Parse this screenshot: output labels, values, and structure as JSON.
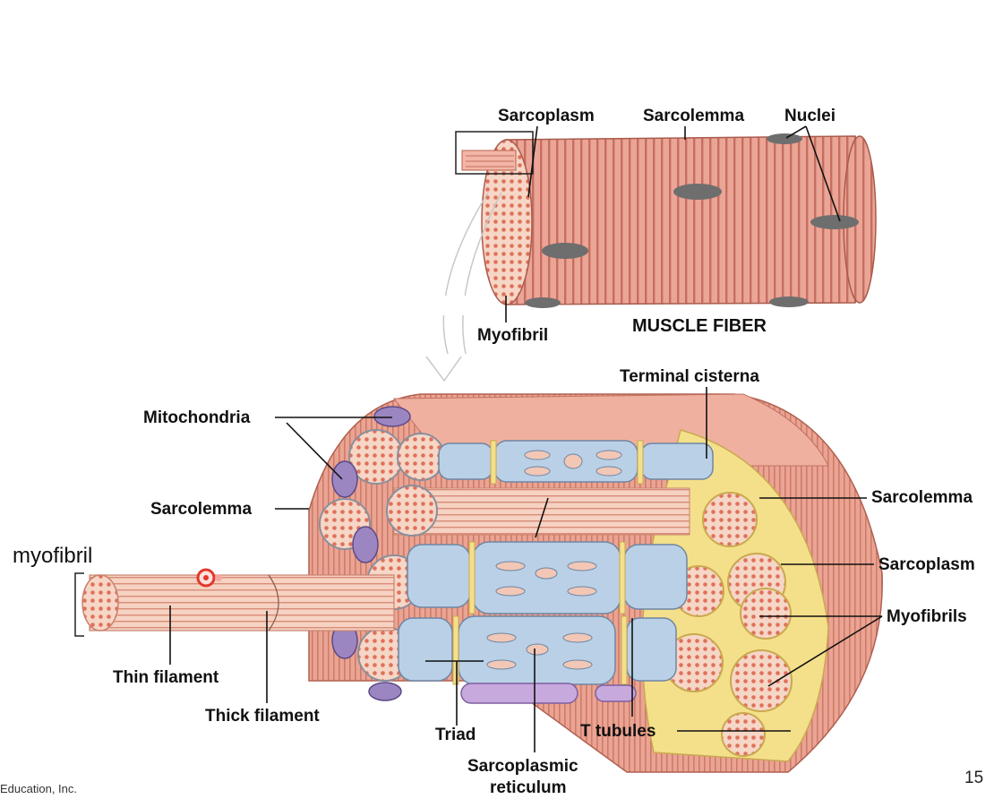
{
  "labels": {
    "sarcoplasm_top": "Sarcoplasm",
    "sarcolemma_top": "Sarcolemma",
    "nuclei": "Nuclei",
    "myofibril_top": "Myofibril",
    "muscle_fiber": "MUSCLE FIBER",
    "terminal_cisterna": "Terminal cisterna",
    "mitochondria": "Mitochondria",
    "sarcolemma_left": "Sarcolemma",
    "sarcolemma_right": "Sarcolemma",
    "sarcoplasm_right": "Sarcoplasm",
    "myofibrils_right": "Myofibrils",
    "myofibril_annotation": "myofibril",
    "thin_filament": "Thin filament",
    "thick_filament": "Thick filament",
    "triad": "Triad",
    "t_tubules": "T tubules",
    "sarcoplasmic_line1": "Sarcoplasmic",
    "sarcoplasmic_line2": "reticulum"
  },
  "footer": {
    "copyright_fragment": "Education, Inc.",
    "page_number": "15"
  },
  "colors": {
    "muscle_pink": "#e8a090",
    "muscle_stripe": "#c97464",
    "nucleus_gray": "#707070",
    "tubule_blue": "#b9d0e6",
    "reticulum_yellow": "#f3e08a",
    "mitochondria_purple": "#9c86c2",
    "pointer_red": "#e0392b"
  }
}
